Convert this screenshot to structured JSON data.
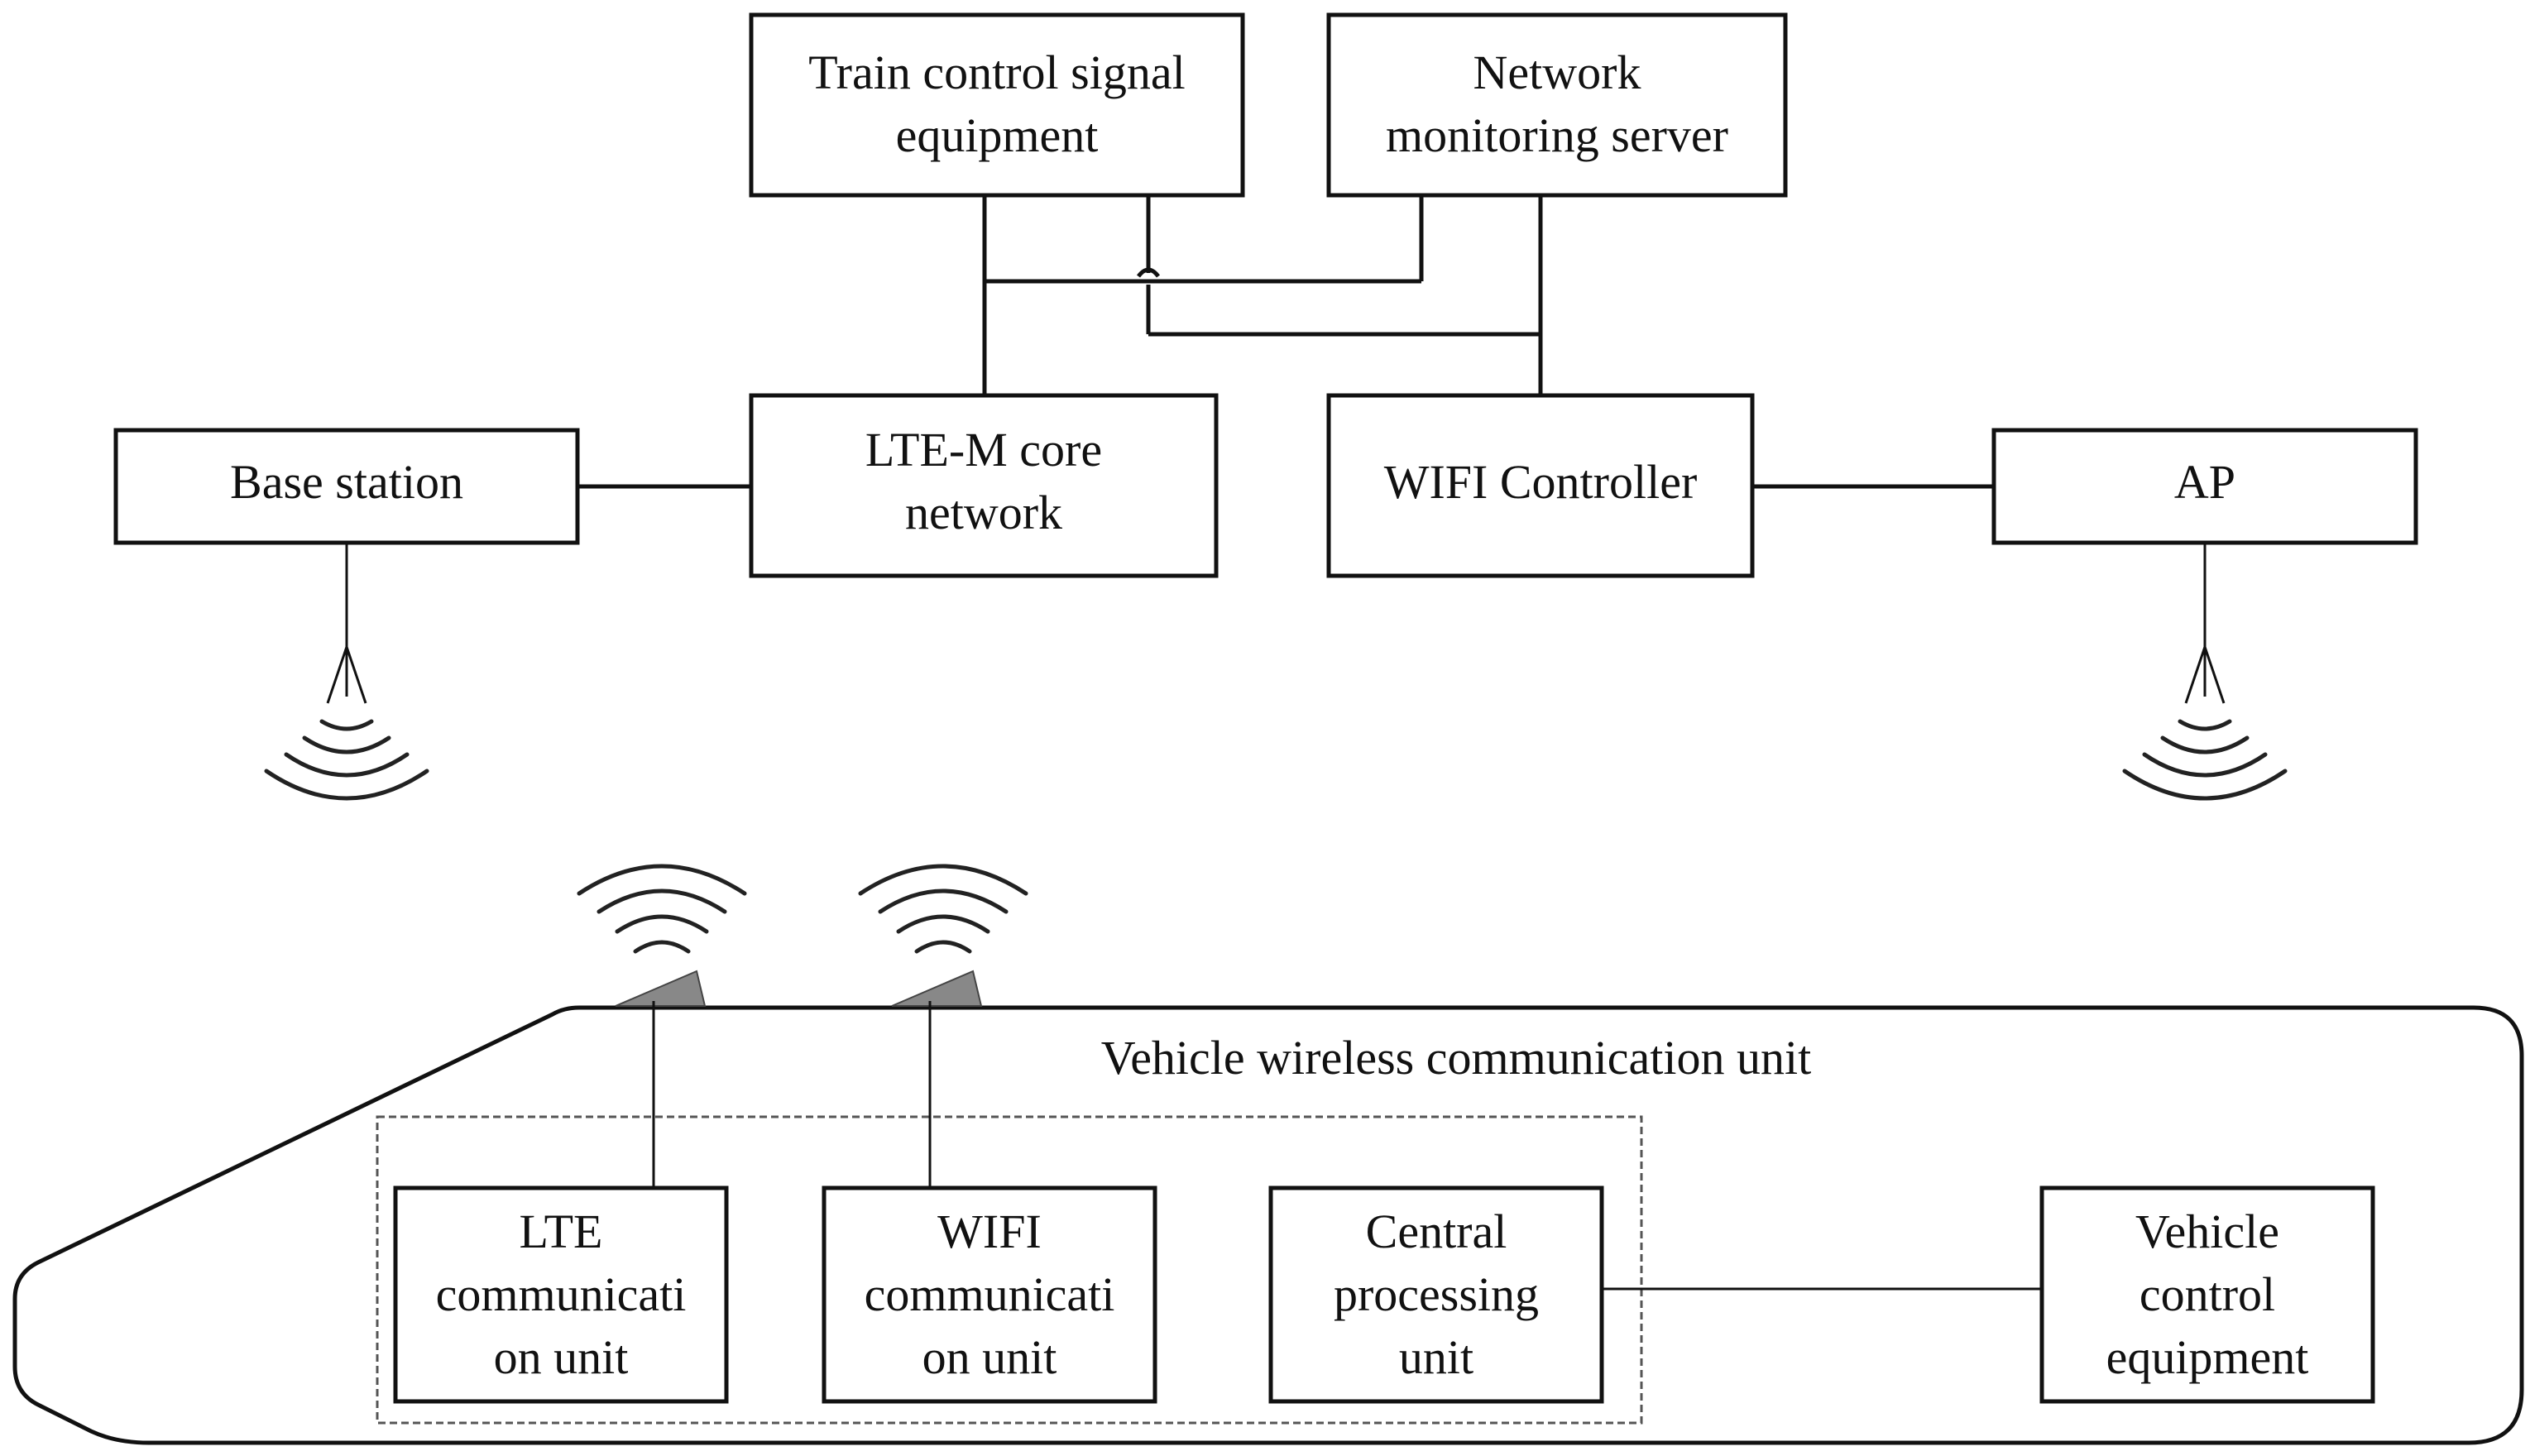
{
  "nodes": {
    "train_control": {
      "lines": [
        "Train control signal",
        "equipment"
      ]
    },
    "network_monitoring": {
      "lines": [
        "Network",
        "monitoring server"
      ]
    },
    "base_station": {
      "lines": [
        "Base station"
      ]
    },
    "lte_core": {
      "lines": [
        "LTE-M core",
        "network"
      ]
    },
    "wifi_controller": {
      "lines": [
        "WIFI Controller"
      ]
    },
    "ap": {
      "lines": [
        "AP"
      ]
    },
    "lte_unit": {
      "lines": [
        "LTE",
        "communicati",
        "on unit"
      ]
    },
    "wifi_unit": {
      "lines": [
        "WIFI",
        "communicati",
        "on unit"
      ]
    },
    "cpu": {
      "lines": [
        "Central",
        "processing",
        "unit"
      ]
    },
    "vehicle_control": {
      "lines": [
        "Vehicle",
        "control",
        "equipment"
      ]
    }
  },
  "vehicle": {
    "label": "Vehicle wireless communication unit"
  },
  "icons": [
    "antenna-icon",
    "wireless-signal-icon"
  ]
}
